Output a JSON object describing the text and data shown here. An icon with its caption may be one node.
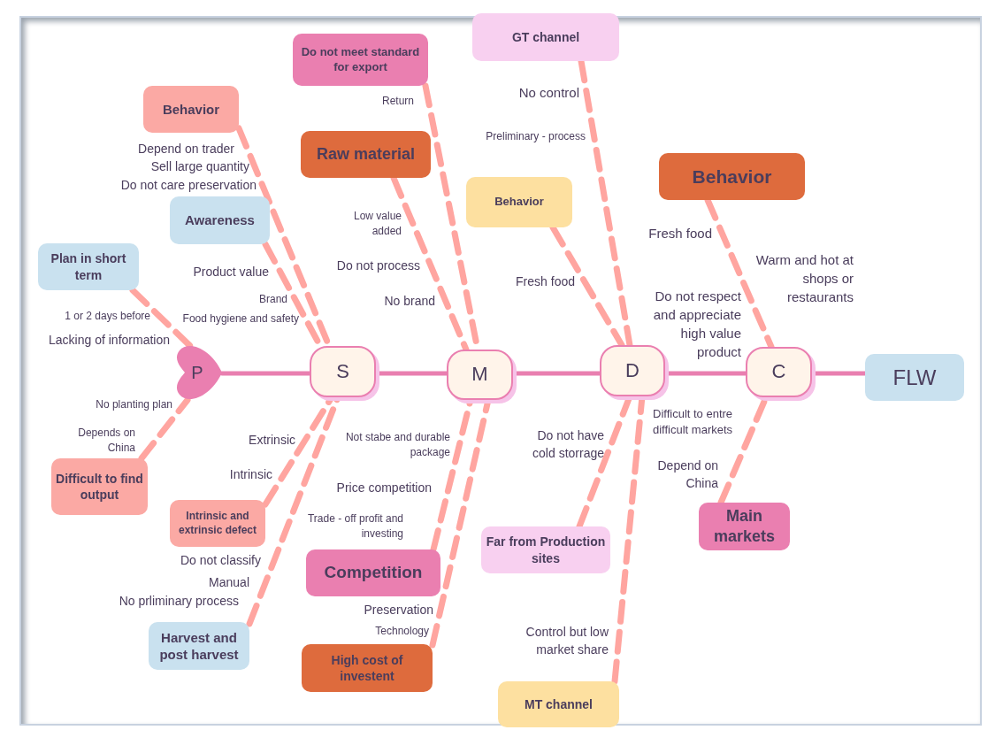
{
  "diagram": {
    "nodes": [
      {
        "text": [
          "P"
        ]
      },
      {
        "text": [
          "S"
        ]
      },
      {
        "text": [
          "M"
        ]
      },
      {
        "text": [
          "D"
        ]
      },
      {
        "text": [
          "C"
        ]
      },
      {
        "text": [
          "FLW"
        ]
      },
      {
        "text": [
          "Behavior"
        ]
      },
      {
        "text": [
          "Awareness"
        ]
      },
      {
        "text": [
          "Plan in short term"
        ]
      },
      {
        "text": [
          "Difficult to find output"
        ]
      },
      {
        "text": [
          "Intrinsic and extrinsic defect"
        ]
      },
      {
        "text": [
          "Harvest and post harvest"
        ]
      },
      {
        "text": [
          "Do not meet standard for export"
        ]
      },
      {
        "text": [
          "Raw material"
        ]
      },
      {
        "text": [
          "Competition"
        ]
      },
      {
        "text": [
          "High cost of investent"
        ]
      },
      {
        "text": [
          "GT channel"
        ]
      },
      {
        "text": [
          "Behavior"
        ]
      },
      {
        "text": [
          "Far from Production sites"
        ]
      },
      {
        "text": [
          "MT channel"
        ]
      },
      {
        "text": [
          "Behavior"
        ]
      },
      {
        "text": [
          "Main markets"
        ]
      }
    ],
    "edges": [
      {
        "from": 0,
        "to": 1,
        "arrow": "none",
        "color": "#e97fb0"
      },
      {
        "from": 1,
        "to": 2,
        "arrow": "none",
        "color": "#e97fb0"
      },
      {
        "from": 2,
        "to": 3,
        "arrow": "none",
        "color": "#e97fb0"
      },
      {
        "from": 3,
        "to": 4,
        "arrow": "none",
        "color": "#e97fb0"
      },
      {
        "from": 4,
        "to": 5,
        "arrow": "none",
        "color": "#e97fb0"
      },
      {
        "from": 6,
        "to": 1,
        "arrow": "none",
        "style": "dashed"
      },
      {
        "from": 7,
        "to": 1,
        "arrow": "none",
        "style": "dashed"
      },
      {
        "from": 8,
        "to": 0,
        "arrow": "none",
        "style": "dashed"
      },
      {
        "from": 9,
        "to": 0,
        "arrow": "none",
        "style": "dashed"
      },
      {
        "from": 10,
        "to": 1,
        "arrow": "none",
        "style": "dashed"
      },
      {
        "from": 11,
        "to": 1,
        "arrow": "none",
        "style": "dashed"
      },
      {
        "from": 12,
        "to": 2,
        "arrow": "none",
        "style": "dashed"
      },
      {
        "from": 13,
        "to": 2,
        "arrow": "none",
        "style": "dashed"
      },
      {
        "from": 14,
        "to": 2,
        "arrow": "none",
        "style": "dashed"
      },
      {
        "from": 15,
        "to": 2,
        "arrow": "none",
        "style": "dashed"
      },
      {
        "from": 16,
        "to": 3,
        "arrow": "none",
        "style": "dashed"
      },
      {
        "from": 17,
        "to": 3,
        "arrow": "none",
        "style": "dashed"
      },
      {
        "from": 18,
        "to": 3,
        "arrow": "none",
        "style": "dashed"
      },
      {
        "from": 19,
        "to": 3,
        "arrow": "none",
        "style": "dashed"
      },
      {
        "from": 20,
        "to": 4,
        "arrow": "none",
        "style": "dashed"
      },
      {
        "from": 21,
        "to": 4,
        "arrow": "none",
        "style": "dashed"
      }
    ],
    "labels": [
      "Return",
      "No control",
      "Preliminary - process",
      "Depend on trader",
      "Sell large quantity",
      "Do not care preservation",
      "Low value added",
      "Do not process",
      "Fresh food",
      "Fresh food",
      "Warm and hot at shops or restaurants",
      "Product value",
      "No brand",
      "Do not respect and appreciate high value product",
      "Brand",
      "1 or 2 days before",
      "Food hygiene and safety",
      "Lacking of information",
      "No planting plan",
      "Difficult to entre difficult markets",
      "Depends on China",
      "Extrinsic",
      "Not stabe and durable package",
      "Do not have cold storrage",
      "Depend on China",
      "Intrinsic",
      "Price competition",
      "Trade - off profit and investing",
      "Do not classify",
      "Manual",
      "No prliminary process",
      "Preservation",
      "Technology",
      "Control but low market share"
    ]
  }
}
